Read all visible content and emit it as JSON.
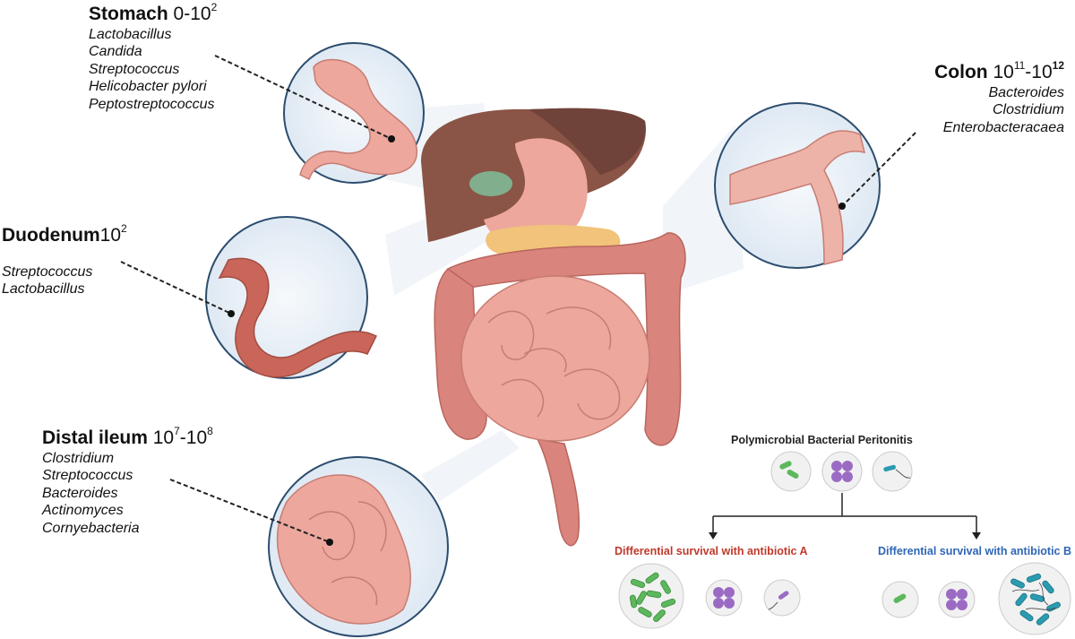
{
  "regions": {
    "stomach": {
      "name": "Stomach",
      "count_base": "0-10",
      "count_exp": "2",
      "organisms": [
        "Lactobacillus",
        "Candida",
        "Streptococcus",
        "Helicobacter pylori",
        "Peptostreptococcus"
      ]
    },
    "duodenum": {
      "name": "Duodenum",
      "count_base": "10",
      "count_exp": "2",
      "organisms": [
        "Streptococcus",
        "Lactobacillus"
      ]
    },
    "ileum": {
      "name": "Distal ileum",
      "count_pre": "10",
      "count_pre_exp": "7",
      "count_base": "-10",
      "count_exp": "8",
      "organisms": [
        "Clostridium",
        "Streptococcus",
        "Bacteroides",
        "Actinomyces",
        "Cornyebacteria"
      ]
    },
    "colon": {
      "name": "Colon",
      "count_pre": "10",
      "count_pre_exp": "11",
      "count_base": "-10",
      "count_exp": "12",
      "organisms": [
        "Bacteroides",
        "Clostridium",
        "Enterobacteracaea"
      ]
    }
  },
  "peritonitis": {
    "title": "Polymicrobial Bacterial Peritonitis",
    "branch_a": "Differential survival with antibiotic A",
    "branch_b": "Differential survival with antibiotic B"
  },
  "colors": {
    "antibiotic_a": "#c0392b",
    "antibiotic_b": "#2e66b6",
    "rod_green": "#5cb85c",
    "cocci_purple": "#9b6bc4",
    "vibrio_teal": "#2a9bb0",
    "intestine_pink": "#e8948c",
    "liver_brown": "#8a5446",
    "circle_bg": "#eaf1f8",
    "circle_border": "#2c4d6e"
  }
}
